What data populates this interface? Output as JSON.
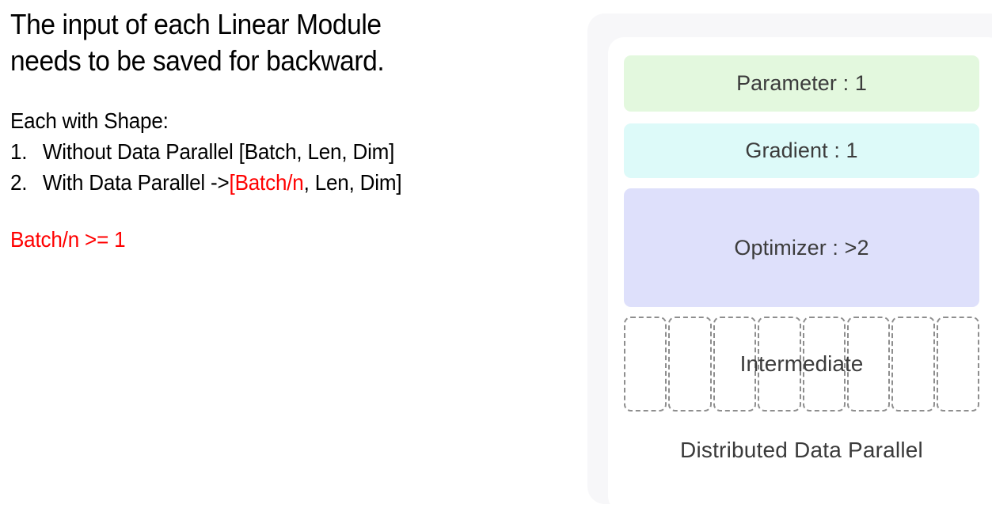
{
  "left_panel": {
    "headline_lines": [
      "The input of each Linear Module",
      "needs to be saved for backward."
    ],
    "shape_intro": "Each with Shape:",
    "shape_items": [
      {
        "marker": "1.",
        "text_before": "Without Data Parallel [Batch, Len, Dim]",
        "highlight": "",
        "text_after": ""
      },
      {
        "marker": "2.",
        "text_before": "With Data Parallel -> ",
        "highlight": "[Batch/n",
        "text_after": ", Len, Dim]"
      }
    ],
    "constraint": "Batch/n >= 1",
    "highlight_color": "#ff0000"
  },
  "memory_panel": {
    "caption": "Distributed Data Parallel",
    "blocks": [
      {
        "label": "Parameter : 1",
        "color": "#e3f8de"
      },
      {
        "label": "Gradient : 1",
        "color": "#ddfaf9"
      },
      {
        "label": "Optimizer : >2",
        "color": "#dee0fb"
      }
    ],
    "intermediate": {
      "label": "Intermediate",
      "cell_count": 8,
      "border_color": "#8e8e8e",
      "border_style": "dashed"
    },
    "outer_background": "#f7f7f9",
    "inner_background": "#ffffff"
  }
}
